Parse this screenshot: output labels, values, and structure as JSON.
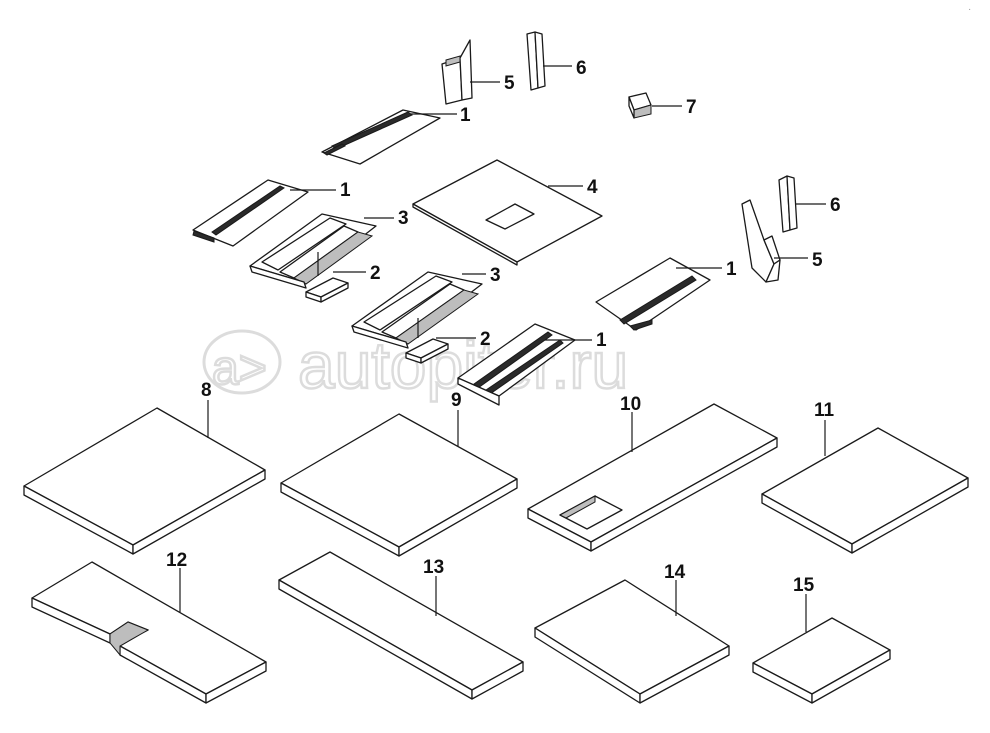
{
  "watermark": {
    "text": "autopiter.ru",
    "logo_glyph": "a>"
  },
  "callouts": {
    "c1a": "1",
    "c1b": "1",
    "c1c": "1",
    "c1d": "1",
    "c2a": "2",
    "c2b": "2",
    "c3a": "3",
    "c3b": "3",
    "c4": "4",
    "c5a": "5",
    "c5b": "5",
    "c6a": "6",
    "c6b": "6",
    "c7": "7",
    "c8": "8",
    "c9": "9",
    "c10": "10",
    "c11": "11",
    "c12": "12",
    "c13": "13",
    "c14": "14",
    "c15": "15"
  },
  "colors": {
    "line": "#1a1a1a",
    "fill": "#ffffff",
    "watermark": "#dcdcdc"
  }
}
